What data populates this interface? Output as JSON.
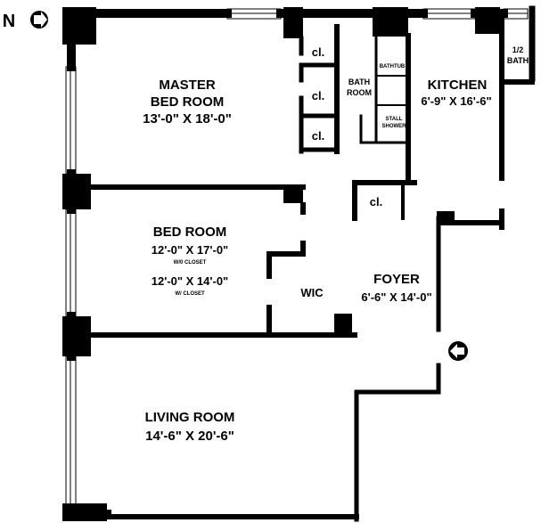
{
  "compass": {
    "letter": "N",
    "icon": "north-arrow-icon"
  },
  "entry": {
    "icon": "entry-arrow-icon"
  },
  "rooms": {
    "master": {
      "name_line1": "MASTER",
      "name_line2": "BED ROOM",
      "size": "13'-0\" X 18'-0\""
    },
    "bedroom": {
      "name": "BED ROOM",
      "size_without": "12'-0\" X 17'-0\"",
      "note_without": "W/0 CLOSET",
      "size_with": "12'-0\" X 14'-0\"",
      "note_with": "W/ CLOSET"
    },
    "living": {
      "name": "LIVING ROOM",
      "size": "14'-6\" X 20'-6\""
    },
    "kitchen": {
      "name": "KITCHEN",
      "size": "6'-9\" X 16'-6\""
    },
    "foyer": {
      "name": "FOYER",
      "size": "6'-6\" X 14'-0\""
    },
    "bath": {
      "name_line1": "BATH",
      "name_line2": "ROOM"
    },
    "half_bath": {
      "name_line1": "1/2",
      "name_line2": "BATH"
    },
    "wic": {
      "name": "WIC"
    },
    "bathtub": {
      "name": "BATHTUB"
    },
    "stall_shower": {
      "name_line1": "STALL",
      "name_line2": "SHOWER"
    },
    "closets": {
      "label": "cl."
    }
  }
}
